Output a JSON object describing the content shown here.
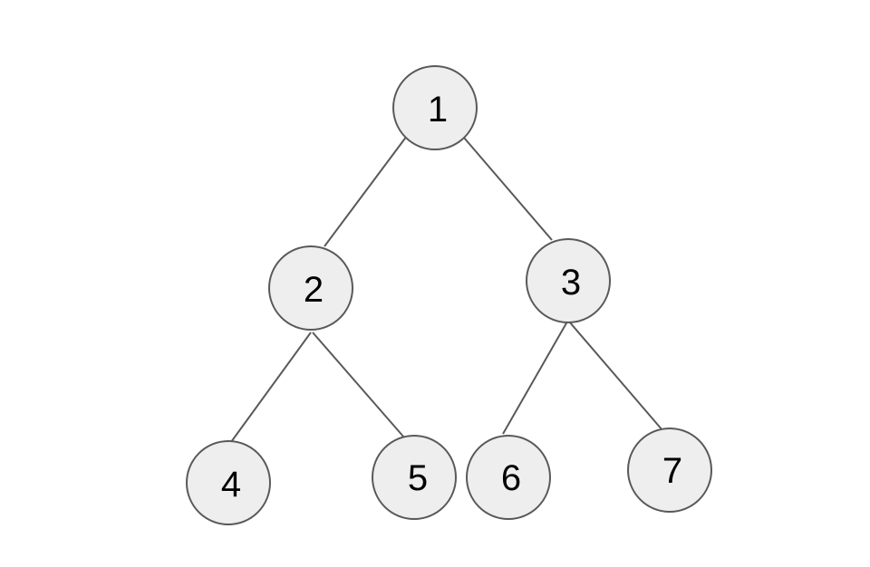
{
  "tree": {
    "nodes": [
      {
        "id": "1",
        "label": "1"
      },
      {
        "id": "2",
        "label": "2"
      },
      {
        "id": "3",
        "label": "3"
      },
      {
        "id": "4",
        "label": "4"
      },
      {
        "id": "5",
        "label": "5"
      },
      {
        "id": "6",
        "label": "6"
      },
      {
        "id": "7",
        "label": "7"
      }
    ],
    "edges": [
      {
        "from": "1",
        "to": "2"
      },
      {
        "from": "1",
        "to": "3"
      },
      {
        "from": "2",
        "to": "4"
      },
      {
        "from": "2",
        "to": "5"
      },
      {
        "from": "3",
        "to": "6"
      },
      {
        "from": "3",
        "to": "7"
      }
    ]
  },
  "colors": {
    "node_fill": "#eeeeee",
    "stroke": "#595959",
    "text": "#000000"
  }
}
